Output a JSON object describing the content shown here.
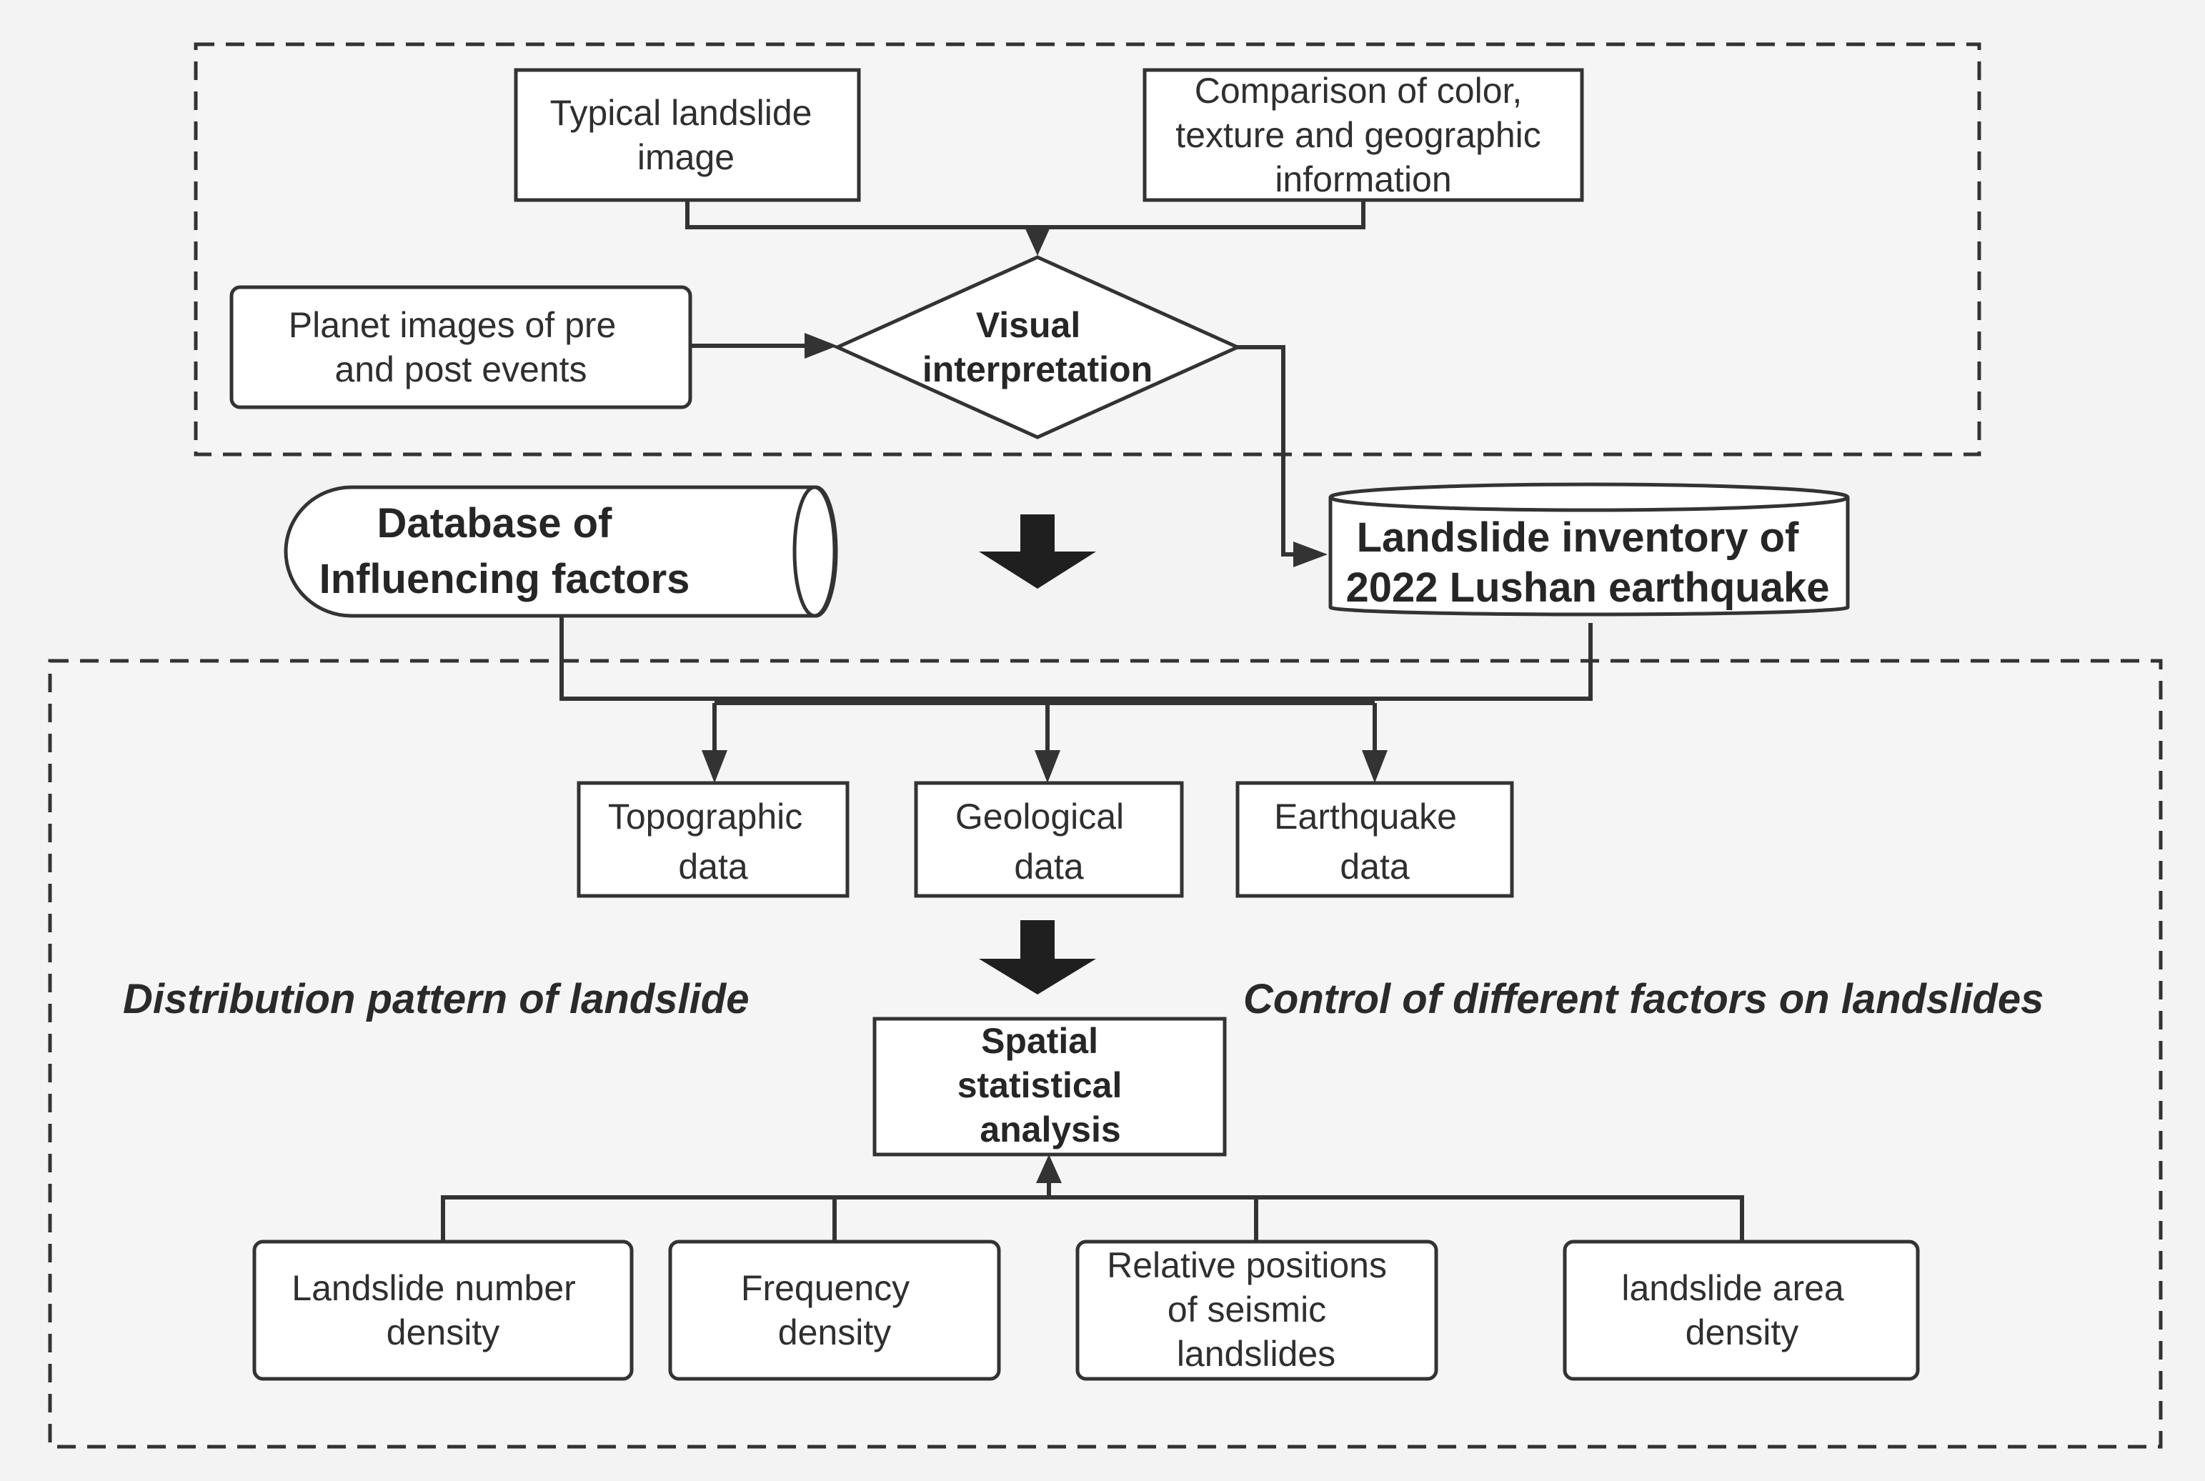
{
  "top": {
    "typical_image": [
      "Typical landslide",
      "image"
    ],
    "comparison": [
      "Comparison of color,",
      "texture and geographic",
      "information"
    ],
    "planet_images": [
      "Planet images of pre",
      "and post events"
    ],
    "visual": [
      "Visual",
      "interpretation"
    ]
  },
  "middle": {
    "database": [
      "Database of",
      "Influencing factors"
    ],
    "inventory": [
      "Landslide inventory of",
      "2022 Lushan earthquake"
    ]
  },
  "bottom": {
    "topographic": [
      "Topographic",
      "data"
    ],
    "geological": [
      "Geological",
      "data"
    ],
    "earthquake": [
      "Earthquake",
      "data"
    ],
    "left_label": "Distribution pattern of landslide",
    "right_label": "Control of different factors on landslides",
    "spatial": [
      "Spatial",
      "statistical",
      "analysis"
    ],
    "number_density": [
      "Landslide number",
      "density"
    ],
    "frequency_density": [
      "Frequency",
      "density"
    ],
    "relative_positions": [
      "Relative positions",
      "of seismic",
      "landslides"
    ],
    "area_density": [
      "landslide area",
      "density"
    ]
  }
}
